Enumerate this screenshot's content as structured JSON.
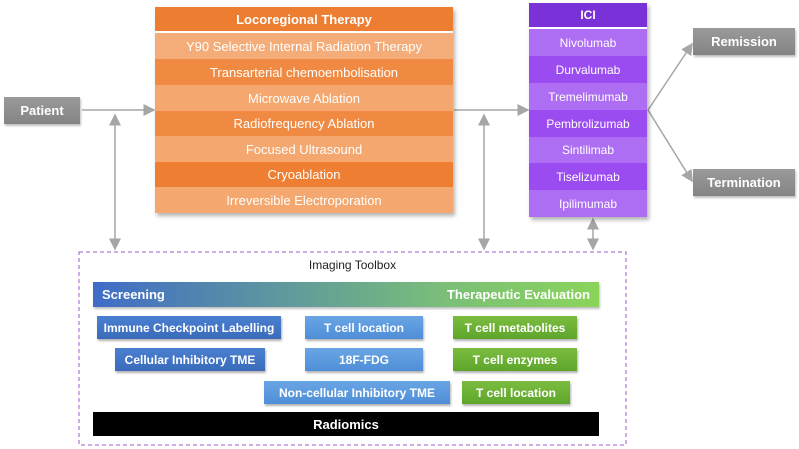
{
  "patient_label": "Patient",
  "locoregional": {
    "header": "Locoregional Therapy",
    "items": [
      "Y90 Selective Internal Radiation Therapy",
      "Transarterial chemoembolisation",
      "Microwave Ablation",
      "Radiofrequency Ablation",
      "Focused Ultrasound",
      "Cryoablation",
      "Irreversible Electroporation"
    ]
  },
  "ici": {
    "header": "ICI",
    "items": [
      "Nivolumab",
      "Durvalumab",
      "Tremelimumab",
      "Pembrolizumab",
      "Sintilimab",
      "Tiselizumab",
      "Ipilimumab"
    ]
  },
  "outcomes": {
    "remission": "Remission",
    "termination": "Termination"
  },
  "toolbox": {
    "title": "Imaging Toolbox",
    "gradient_left": "Screening",
    "gradient_right": "Therapeutic Evaluation",
    "immune_checkpoint": "Immune Checkpoint Labelling",
    "cellular_tme": "Cellular Inhibitory TME",
    "tcell_location_blue": "T cell location",
    "fdg": "18F-FDG",
    "noncellular_tme": "Non-cellular Inhibitory TME",
    "tcell_metabolites": "T cell metabolites",
    "tcell_enzymes": "T cell enzymes",
    "tcell_location_green": "T cell location",
    "radiomics": "Radiomics"
  },
  "colors": {
    "orange_header": "#ed7d31",
    "orange_light": "#f4a76e",
    "orange_mid": "#f08a43",
    "purple_dark": "#7030d0",
    "purple_mid": "#9b4cf0",
    "purple_light": "#b57af6",
    "gray": "#8c8c8c",
    "arrow": "#a6a6a6",
    "dashed_border": "#9b59d0"
  }
}
